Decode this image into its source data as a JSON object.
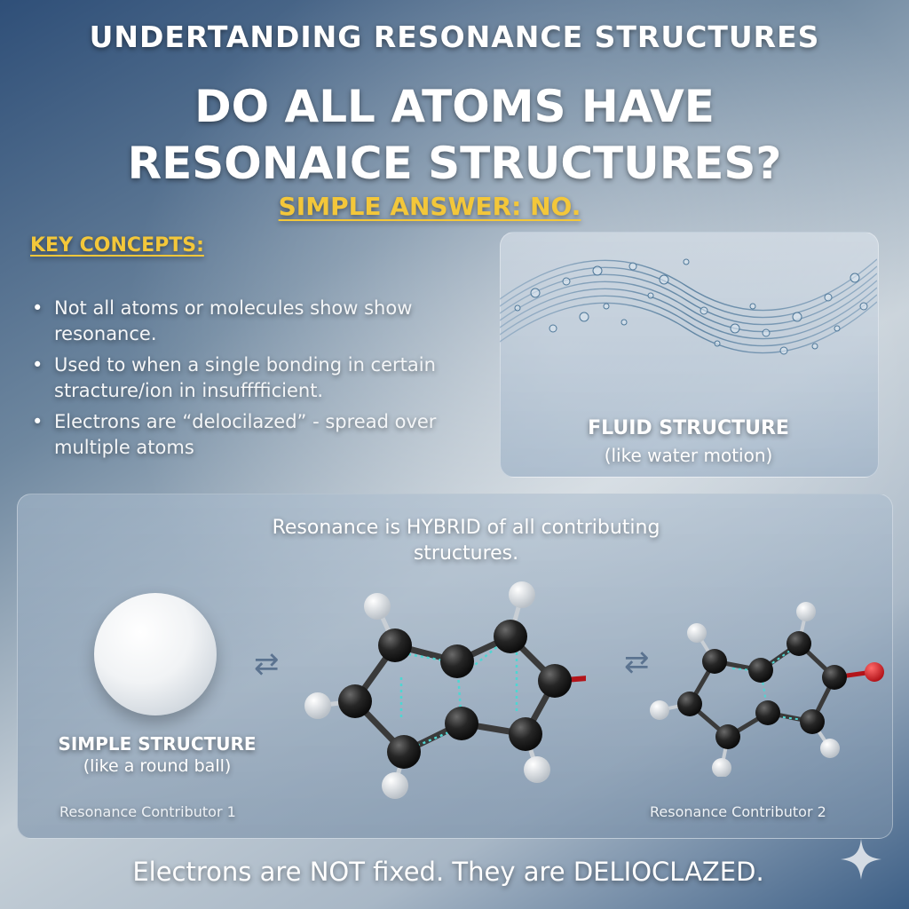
{
  "header": {
    "kicker": "UNDERTANDING RESONANCE STRUCTURES",
    "headline_line1": "DO ALL ATOMS HAVE",
    "headline_line2": "RESONAICE STRUCTURES?",
    "answer": "SIMPLE ANSWER: NO."
  },
  "concepts": {
    "title": "KEY CONCEPTS:",
    "items": [
      "Not all atoms or molecules show show resonance.",
      "Used to when a single bonding in certain stracture/ion in insufffficient.",
      "Electrons are “delocilazed” - spread over multiple atoms"
    ]
  },
  "fluid": {
    "title": "FLUID STRUCTURE",
    "caption": "(like water motion)"
  },
  "hybrid": {
    "text": "Resonance is HYBRID of all contributing structures.",
    "simple_title": "SIMPLE STRUCTURE",
    "simple_caption": "(like a round ball)",
    "contributor1": "Resonance Contributor 1",
    "contributor2": "Resonance Contributor 2",
    "equilibrium_symbol": "⇄"
  },
  "footer": "Electrons are NOT fixed. They are DELIOCLAZED.",
  "icons": {
    "ball": "sphere-icon",
    "wave": "water-wave-icon",
    "molecule": "molecule-icon",
    "sparkle": "sparkle-icon"
  },
  "colors": {
    "accent": "#f3c73a",
    "carbon": "#1e1e1e",
    "hydrogen": "#e8eaec",
    "oxygen": "#d21f25",
    "delocalized": "#4fd6d2"
  }
}
